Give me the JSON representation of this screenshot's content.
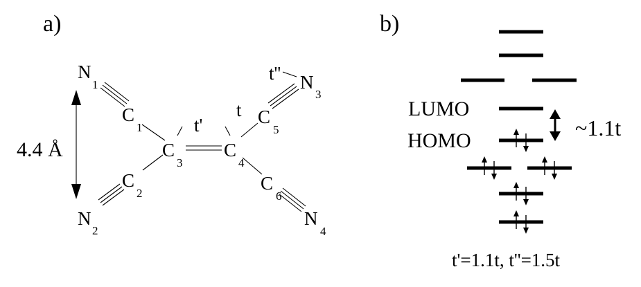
{
  "panels": {
    "a": "a)",
    "b": "b)"
  },
  "atoms": {
    "N1": {
      "el": "N",
      "sub": "1"
    },
    "N2": {
      "el": "N",
      "sub": "2"
    },
    "N3": {
      "el": "N",
      "sub": "3"
    },
    "N4": {
      "el": "N",
      "sub": "4"
    },
    "C1": {
      "el": "C",
      "sub": "1"
    },
    "C2": {
      "el": "C",
      "sub": "2"
    },
    "C3": {
      "el": "C",
      "sub": "3"
    },
    "C4": {
      "el": "C",
      "sub": "4"
    },
    "C5": {
      "el": "C",
      "sub": "5"
    },
    "C6": {
      "el": "C",
      "sub": "6"
    }
  },
  "hopping": {
    "t_prime": "t'",
    "t": "t",
    "t_double_prime": "t''"
  },
  "distance_label": "4.4 Å",
  "levels": {
    "lumo": "LUMO",
    "homo": "HOMO",
    "gap": "~1.1t"
  },
  "parameters": "t'=1.1t,  t''=1.5t"
}
